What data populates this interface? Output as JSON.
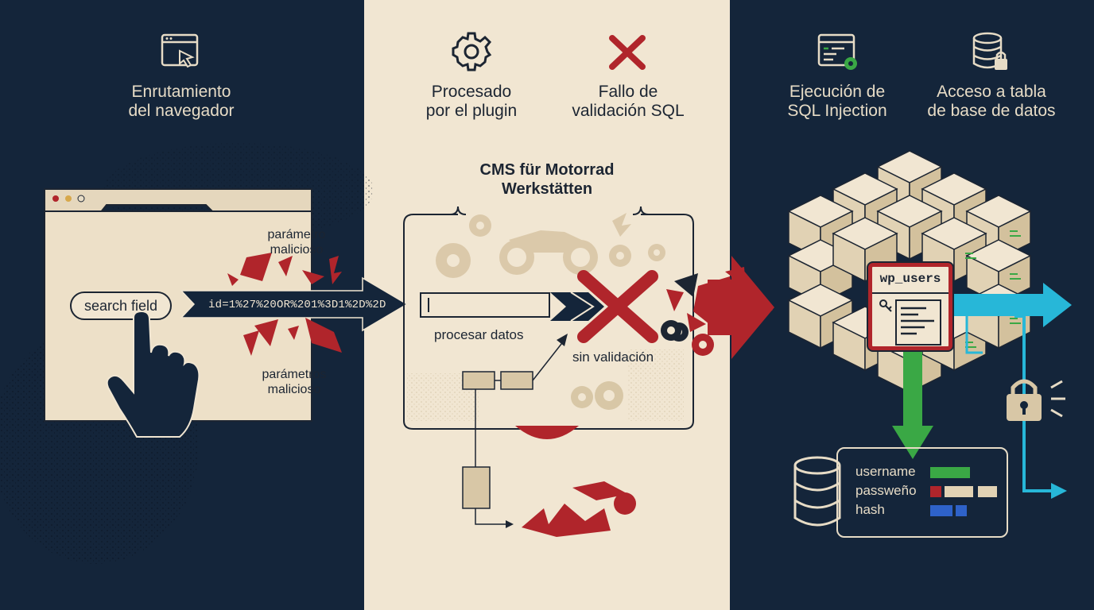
{
  "steps": [
    {
      "label": "Enrutamiento\ndel navegador",
      "icon": "browser-cursor-icon"
    },
    {
      "label": "Procesado\npor el plugin",
      "icon": "gear-icon"
    },
    {
      "label": "Fallo de\nvalidación SQL",
      "icon": "red-x-icon"
    },
    {
      "label": "Ejecución de\nSQL Injection",
      "icon": "terminal-gear-icon"
    },
    {
      "label": "Acceso a tabla\nde base de datos",
      "icon": "database-lock-icon"
    }
  ],
  "browser": {
    "search_label": "search field",
    "param_top": "parámetro\nmalicioso",
    "param_bottom": "parámetros\nmalicioso",
    "payload": "id=1%27%20OR%201%3D1%2D%2D"
  },
  "cms": {
    "title": "CMS für Motorrad\nWerkstätten",
    "process_label": "procesar datos",
    "no_validation_label": "sin validación"
  },
  "database": {
    "table_name": "wp_users",
    "fields": [
      "username",
      "passweño",
      "hash"
    ]
  },
  "colors": {
    "navy": "#14253a",
    "cream": "#f1e6d2",
    "red": "#b0252b",
    "green": "#3aa845",
    "cyan": "#27b7d8",
    "blue": "#2e62c9"
  }
}
